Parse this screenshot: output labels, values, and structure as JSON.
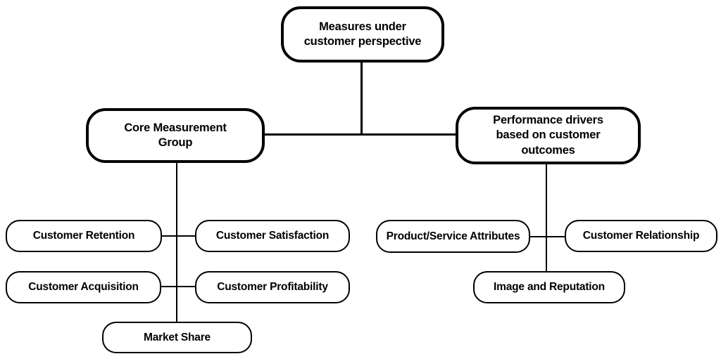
{
  "colors": {
    "background": "#ffffff",
    "node_fill": "#ffffff",
    "node_border": "#000000",
    "connector": "#000000",
    "text": "#000000"
  },
  "nodes": {
    "root": {
      "label": "Measures under customer perspective"
    },
    "core_group": {
      "label": "Core Measurement Group"
    },
    "performance_drivers": {
      "label": "Performance drivers based on customer outcomes"
    },
    "customer_retention": {
      "label": "Customer Retention"
    },
    "customer_satisfaction": {
      "label": "Customer Satisfaction"
    },
    "customer_acquisition": {
      "label": "Customer Acquisition"
    },
    "customer_profitability": {
      "label": "Customer Profitability"
    },
    "market_share": {
      "label": "Market Share"
    },
    "product_service_attributes": {
      "label": "Product/Service Attributes"
    },
    "customer_relationship": {
      "label": "Customer Relationship"
    },
    "image_and_reputation": {
      "label": "Image and Reputation"
    }
  },
  "edges": [
    {
      "from": "root",
      "to": "core_group"
    },
    {
      "from": "root",
      "to": "performance_drivers"
    },
    {
      "from": "core_group",
      "to": "customer_retention"
    },
    {
      "from": "core_group",
      "to": "customer_satisfaction"
    },
    {
      "from": "core_group",
      "to": "customer_acquisition"
    },
    {
      "from": "core_group",
      "to": "customer_profitability"
    },
    {
      "from": "core_group",
      "to": "market_share"
    },
    {
      "from": "performance_drivers",
      "to": "product_service_attributes"
    },
    {
      "from": "performance_drivers",
      "to": "customer_relationship"
    },
    {
      "from": "performance_drivers",
      "to": "image_and_reputation"
    }
  ]
}
